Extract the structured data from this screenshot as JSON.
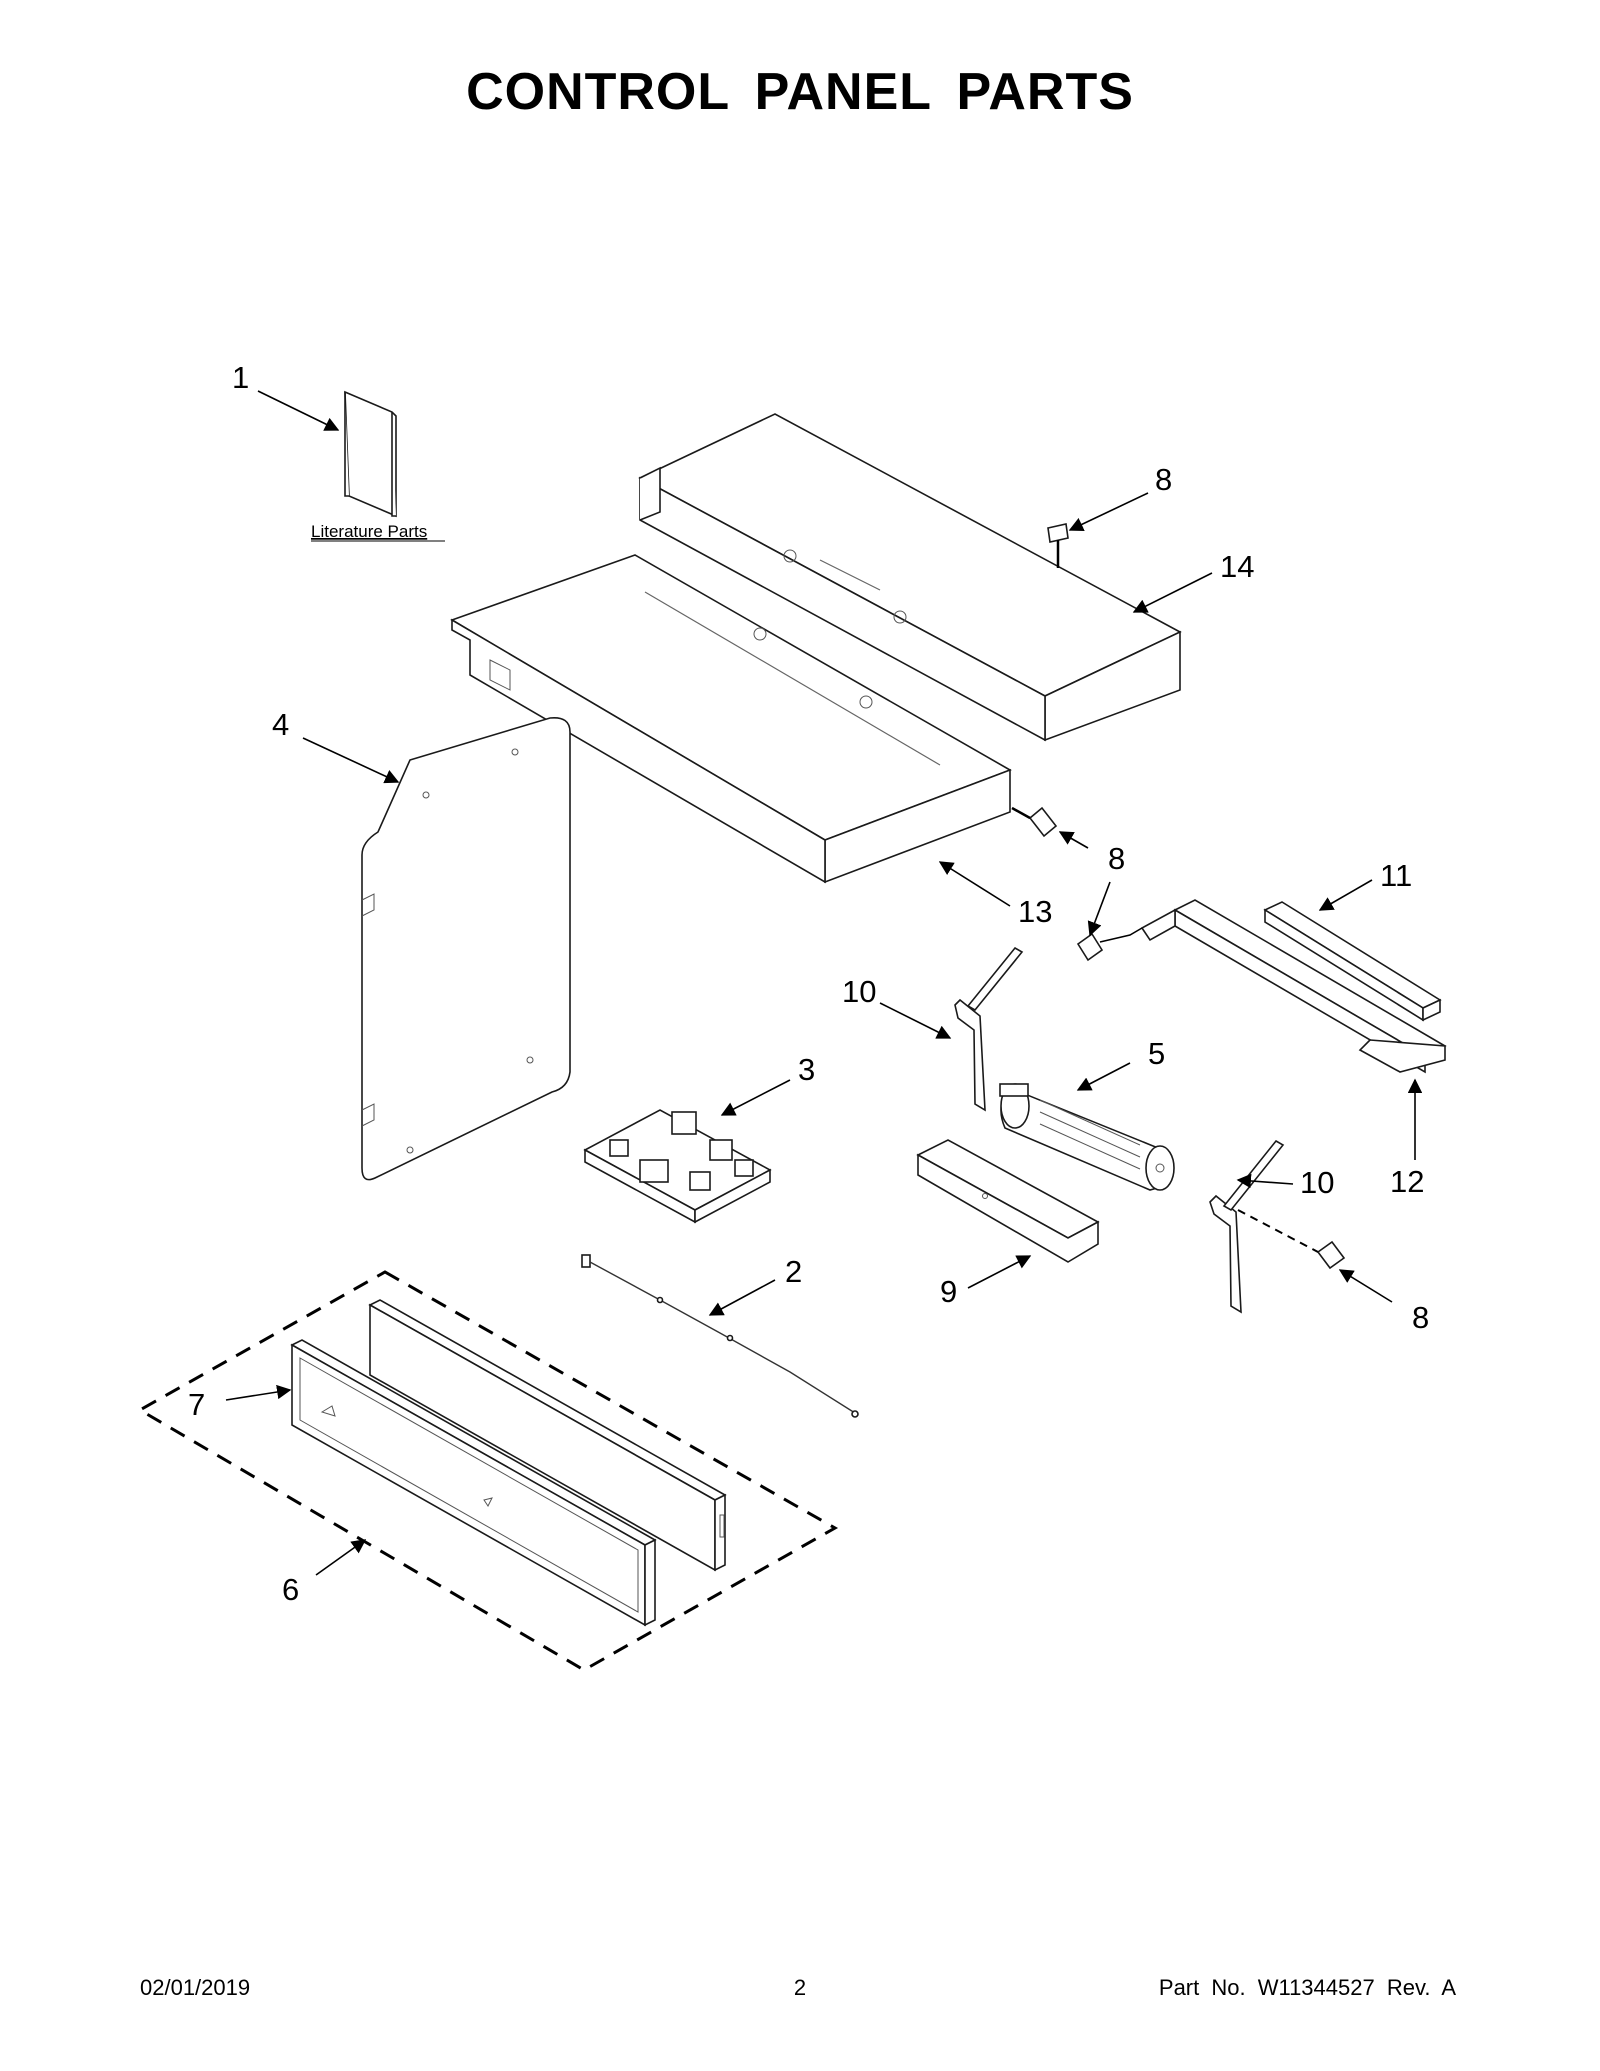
{
  "header": {
    "title": "CONTROL PANEL PARTS"
  },
  "literature": {
    "label": "Literature Parts"
  },
  "callouts": {
    "c1": "1",
    "c2": "2",
    "c3": "3",
    "c4": "4",
    "c5": "5",
    "c6": "6",
    "c7": "7",
    "c8a": "8",
    "c8b": "8",
    "c8c": "8",
    "c9": "9",
    "c10a": "10",
    "c10b": "10",
    "c11": "11",
    "c12": "12",
    "c13": "13",
    "c14": "14"
  },
  "footer": {
    "date": "02/01/2019",
    "page": "2",
    "part_no": "Part No.  W11344527  Rev.  A"
  }
}
